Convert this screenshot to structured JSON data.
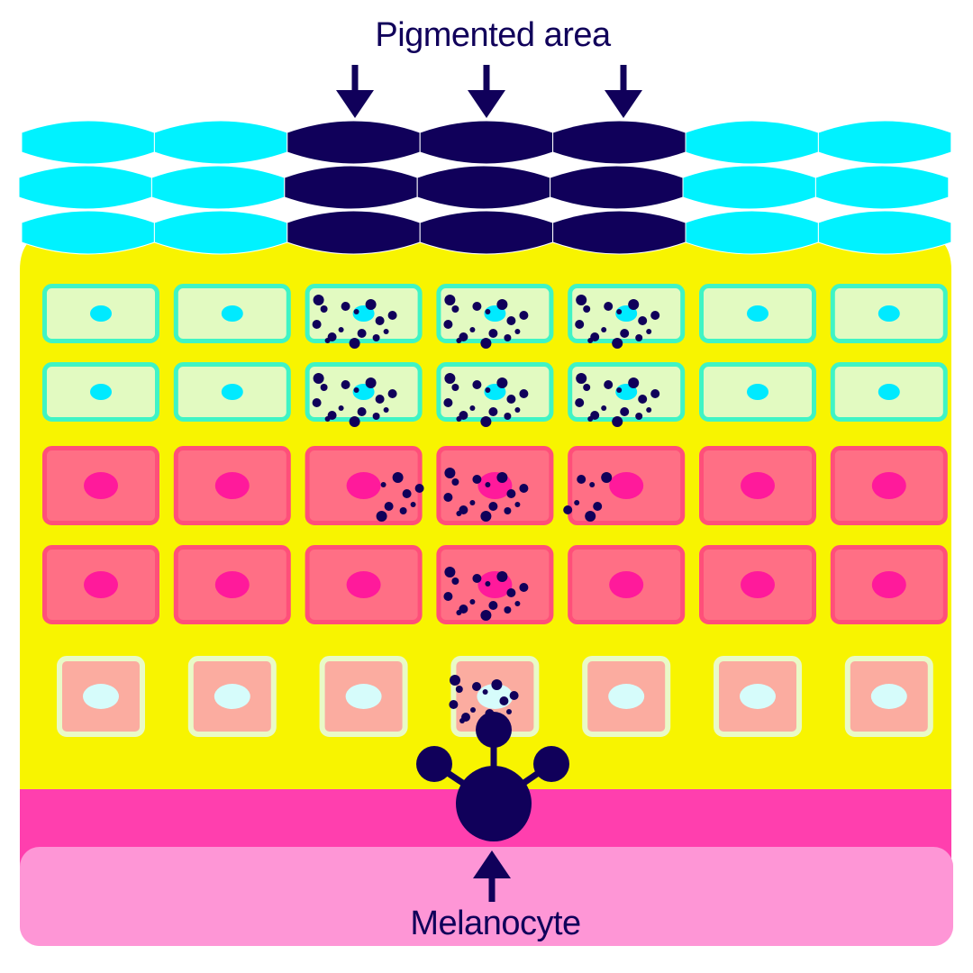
{
  "labels": {
    "pigmented_area": "Pigmented area",
    "melanocyte": "Melanocyte"
  },
  "colors": {
    "background": "#ffffff",
    "epidermis_yellow": "#f8f400",
    "basement_membrane": "#ff3fae",
    "dermis": "#fe96d6",
    "stratum_corneum_normal": "#00f2ff",
    "stratum_corneum_pigmented": "#10005a",
    "granular_cell_fill": "#e2fac1",
    "granular_cell_border": "#3ff4c5",
    "granular_nucleus": "#00eaff",
    "spinous_cell_fill": "#ff6f85",
    "spinous_cell_border": "#ff4f7a",
    "spinous_nucleus": "#ff1a9b",
    "basal_cell_fill": "#fbaca0",
    "basal_cell_border": "#e9fac7",
    "basal_nucleus": "#d6fcfb",
    "melanin": "#10005a",
    "melanocyte": "#10005a",
    "arrow": "#10005a"
  },
  "structure": {
    "columns": 7,
    "stratum_corneum_rows": 3,
    "stratum_granulosum_rows": 2,
    "stratum_spinosum_rows": 2,
    "stratum_basale_rows": 1,
    "pigmented_columns": [
      3,
      4,
      5
    ],
    "arrows_down": 3,
    "arrows_up": 1,
    "melanocyte_dendrites": 3
  }
}
